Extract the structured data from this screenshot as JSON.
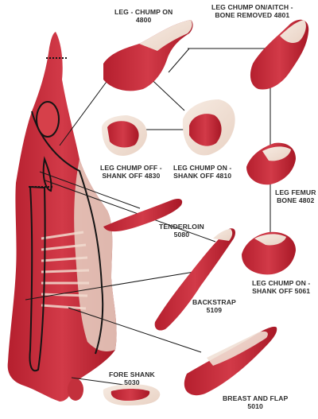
{
  "diagram": {
    "cuts": [
      {
        "id": "leg-chump-on",
        "name": "LEG - CHUMP ON",
        "code": "4800"
      },
      {
        "id": "leg-chump-on-aitch-bone-removed",
        "name1": "LEG CHUMP ON/AITCH -",
        "name2": "BONE REMOVED",
        "code": "4801"
      },
      {
        "id": "leg-chump-off-shank-off",
        "name1": "LEG CHUMP OFF -",
        "name2": "SHANK OFF",
        "code": "4830"
      },
      {
        "id": "leg-chump-on-shank-off-4810",
        "name1": "LEG CHUMP ON -",
        "name2": "SHANK OFF",
        "code": "4810"
      },
      {
        "id": "leg-femur-bone",
        "name1": "LEG FEMUR",
        "name2": "BONE",
        "code": "4802"
      },
      {
        "id": "tenderloin",
        "name": "TENDERLOIN",
        "code": "5080"
      },
      {
        "id": "leg-chump-on-shank-off-5061",
        "name1": "LEG CHUMP ON -",
        "name2": "SHANK OFF",
        "code": "5061"
      },
      {
        "id": "backstrap",
        "name": "BACKSTRAP",
        "code": "5109"
      },
      {
        "id": "fore-shank",
        "name": "FORE SHANK",
        "code": "5030"
      },
      {
        "id": "breast-and-flap",
        "name": "BREAST AND FLAP",
        "code": "5010"
      }
    ],
    "colors": {
      "meat": "#c8283a",
      "fat": "#f1e3d8",
      "dark": "#8e1220",
      "line": "#1a1a1a"
    }
  }
}
